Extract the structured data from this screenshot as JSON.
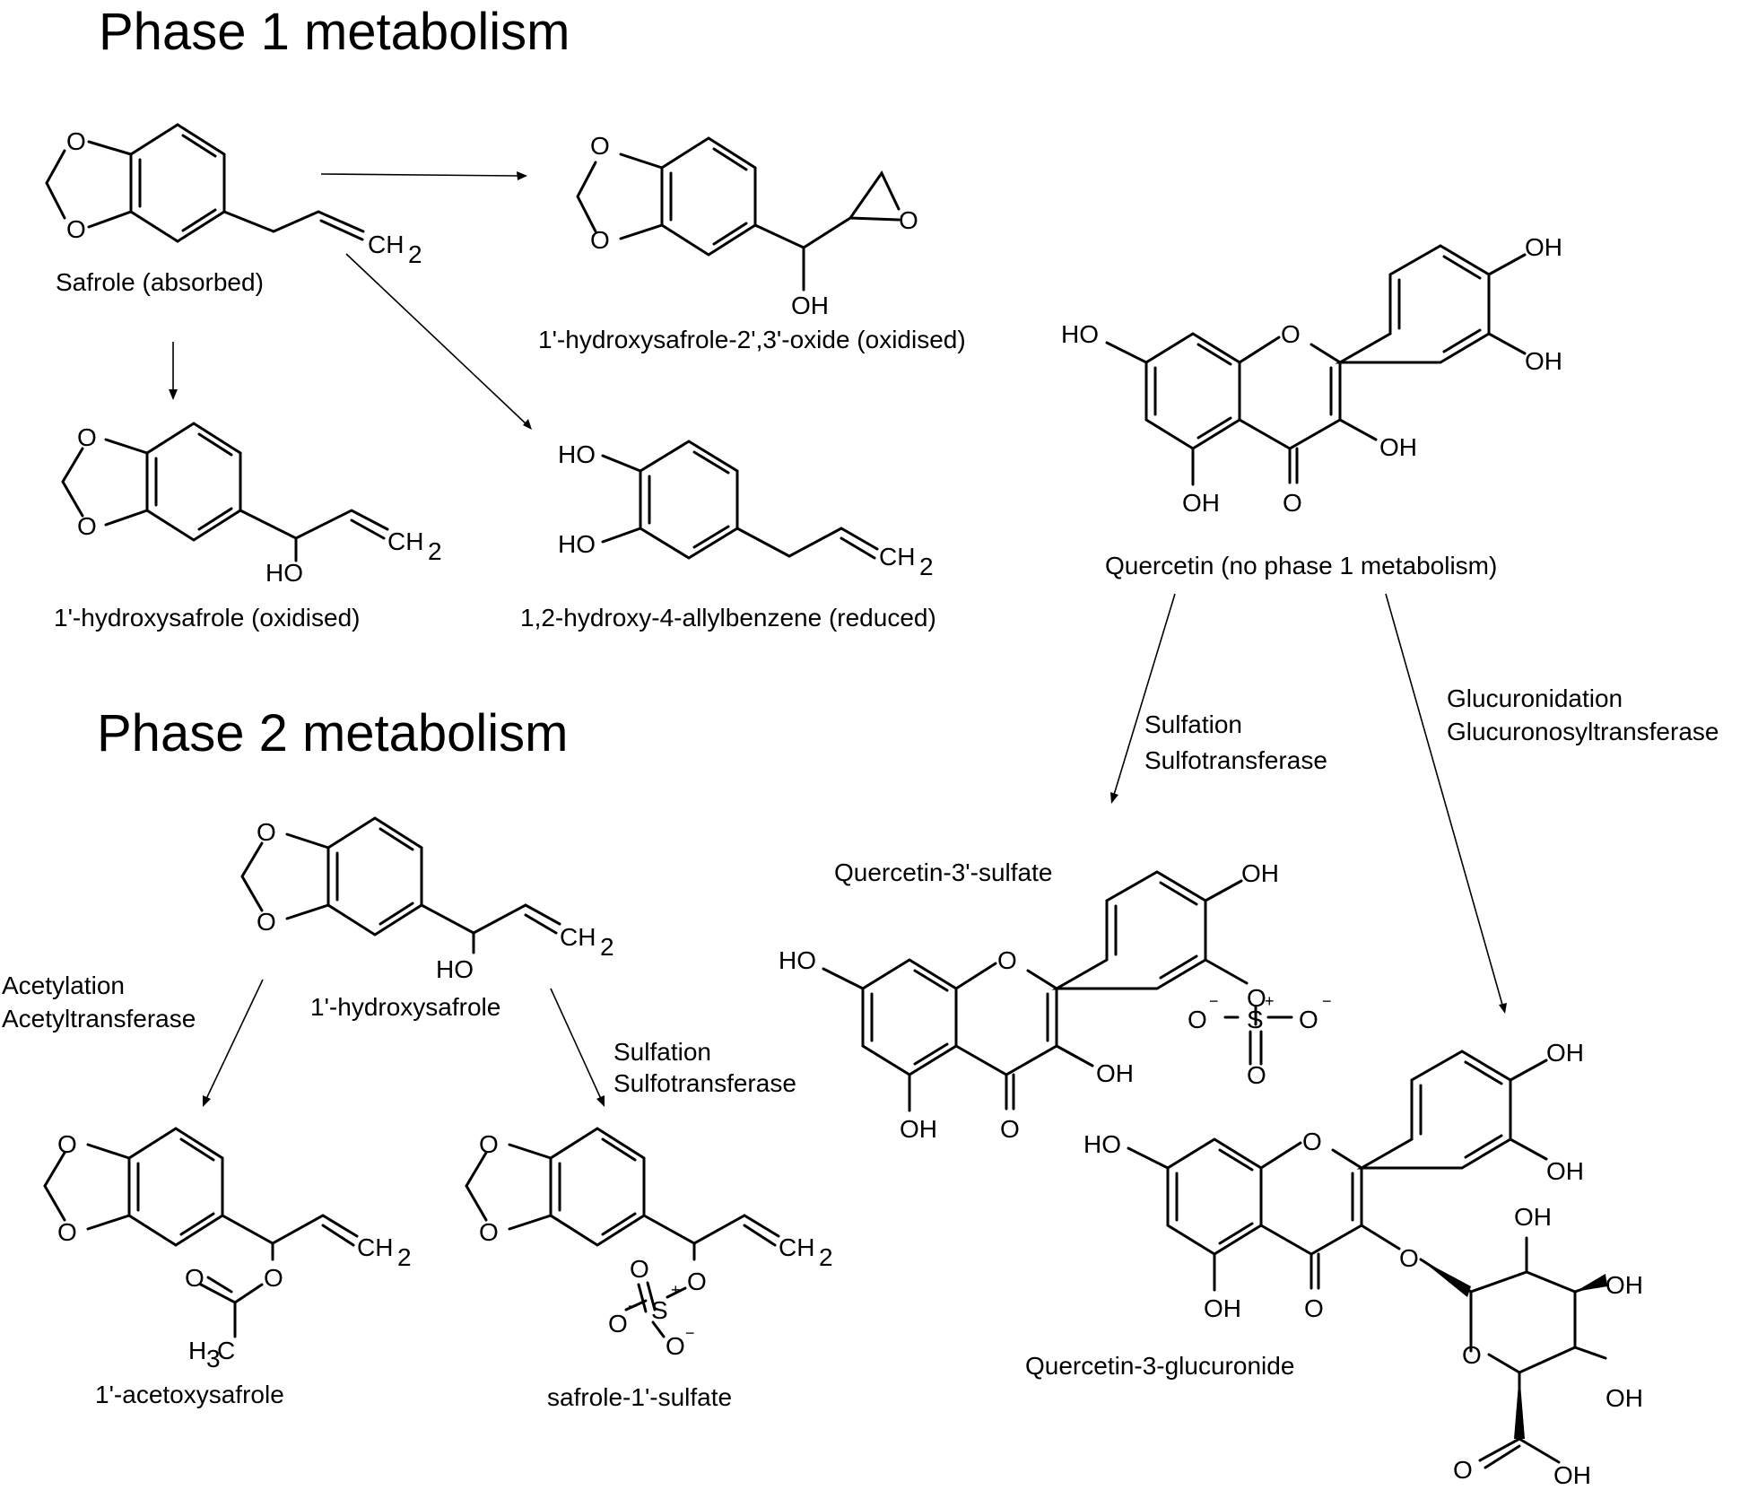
{
  "headings": {
    "phase1": "Phase 1 metabolism",
    "phase2": "Phase 2 metabolism"
  },
  "compounds": {
    "safrole": "Safrole (absorbed)",
    "hydroxysafrole_oxide": "1'-hydroxysafrole-2',3'-oxide (oxidised)",
    "hydroxysafrole_oxidised": "1'-hydroxysafrole (oxidised)",
    "allylbenzene": "1,2-hydroxy-4-allylbenzene (reduced)",
    "quercetin": "Quercetin (no phase 1 metabolism)",
    "hydroxysafrole": "1'-hydroxysafrole",
    "acetoxysafrole": "1'-acetoxysafrole",
    "safrole_sulfate": "safrole-1'-sulfate",
    "quercetin_sulfate": "Quercetin-3'-sulfate",
    "quercetin_glucuronide": "Quercetin-3-glucuronide"
  },
  "reactions": {
    "q_sulfation_1": "Sulfation",
    "q_sulfation_2": "Sulfotransferase",
    "q_glucuronidation_1": "Glucuronidation",
    "q_glucuronidation_2": "Glucuronosyltransferase",
    "s_acetylation_1": "Acetylation",
    "s_acetylation_2": "Acetyltransferase",
    "s_sulfation_1": "Sulfation",
    "s_sulfation_2": "Sulfotransferase"
  },
  "atoms": {
    "O": "O",
    "OH": "OH",
    "HO": "HO",
    "CH2": "CH",
    "sub2": "2",
    "H3C_H": "H",
    "sub3": "3",
    "H3C_C": "C",
    "S": "S",
    "plus": "+",
    "minus": "−"
  }
}
